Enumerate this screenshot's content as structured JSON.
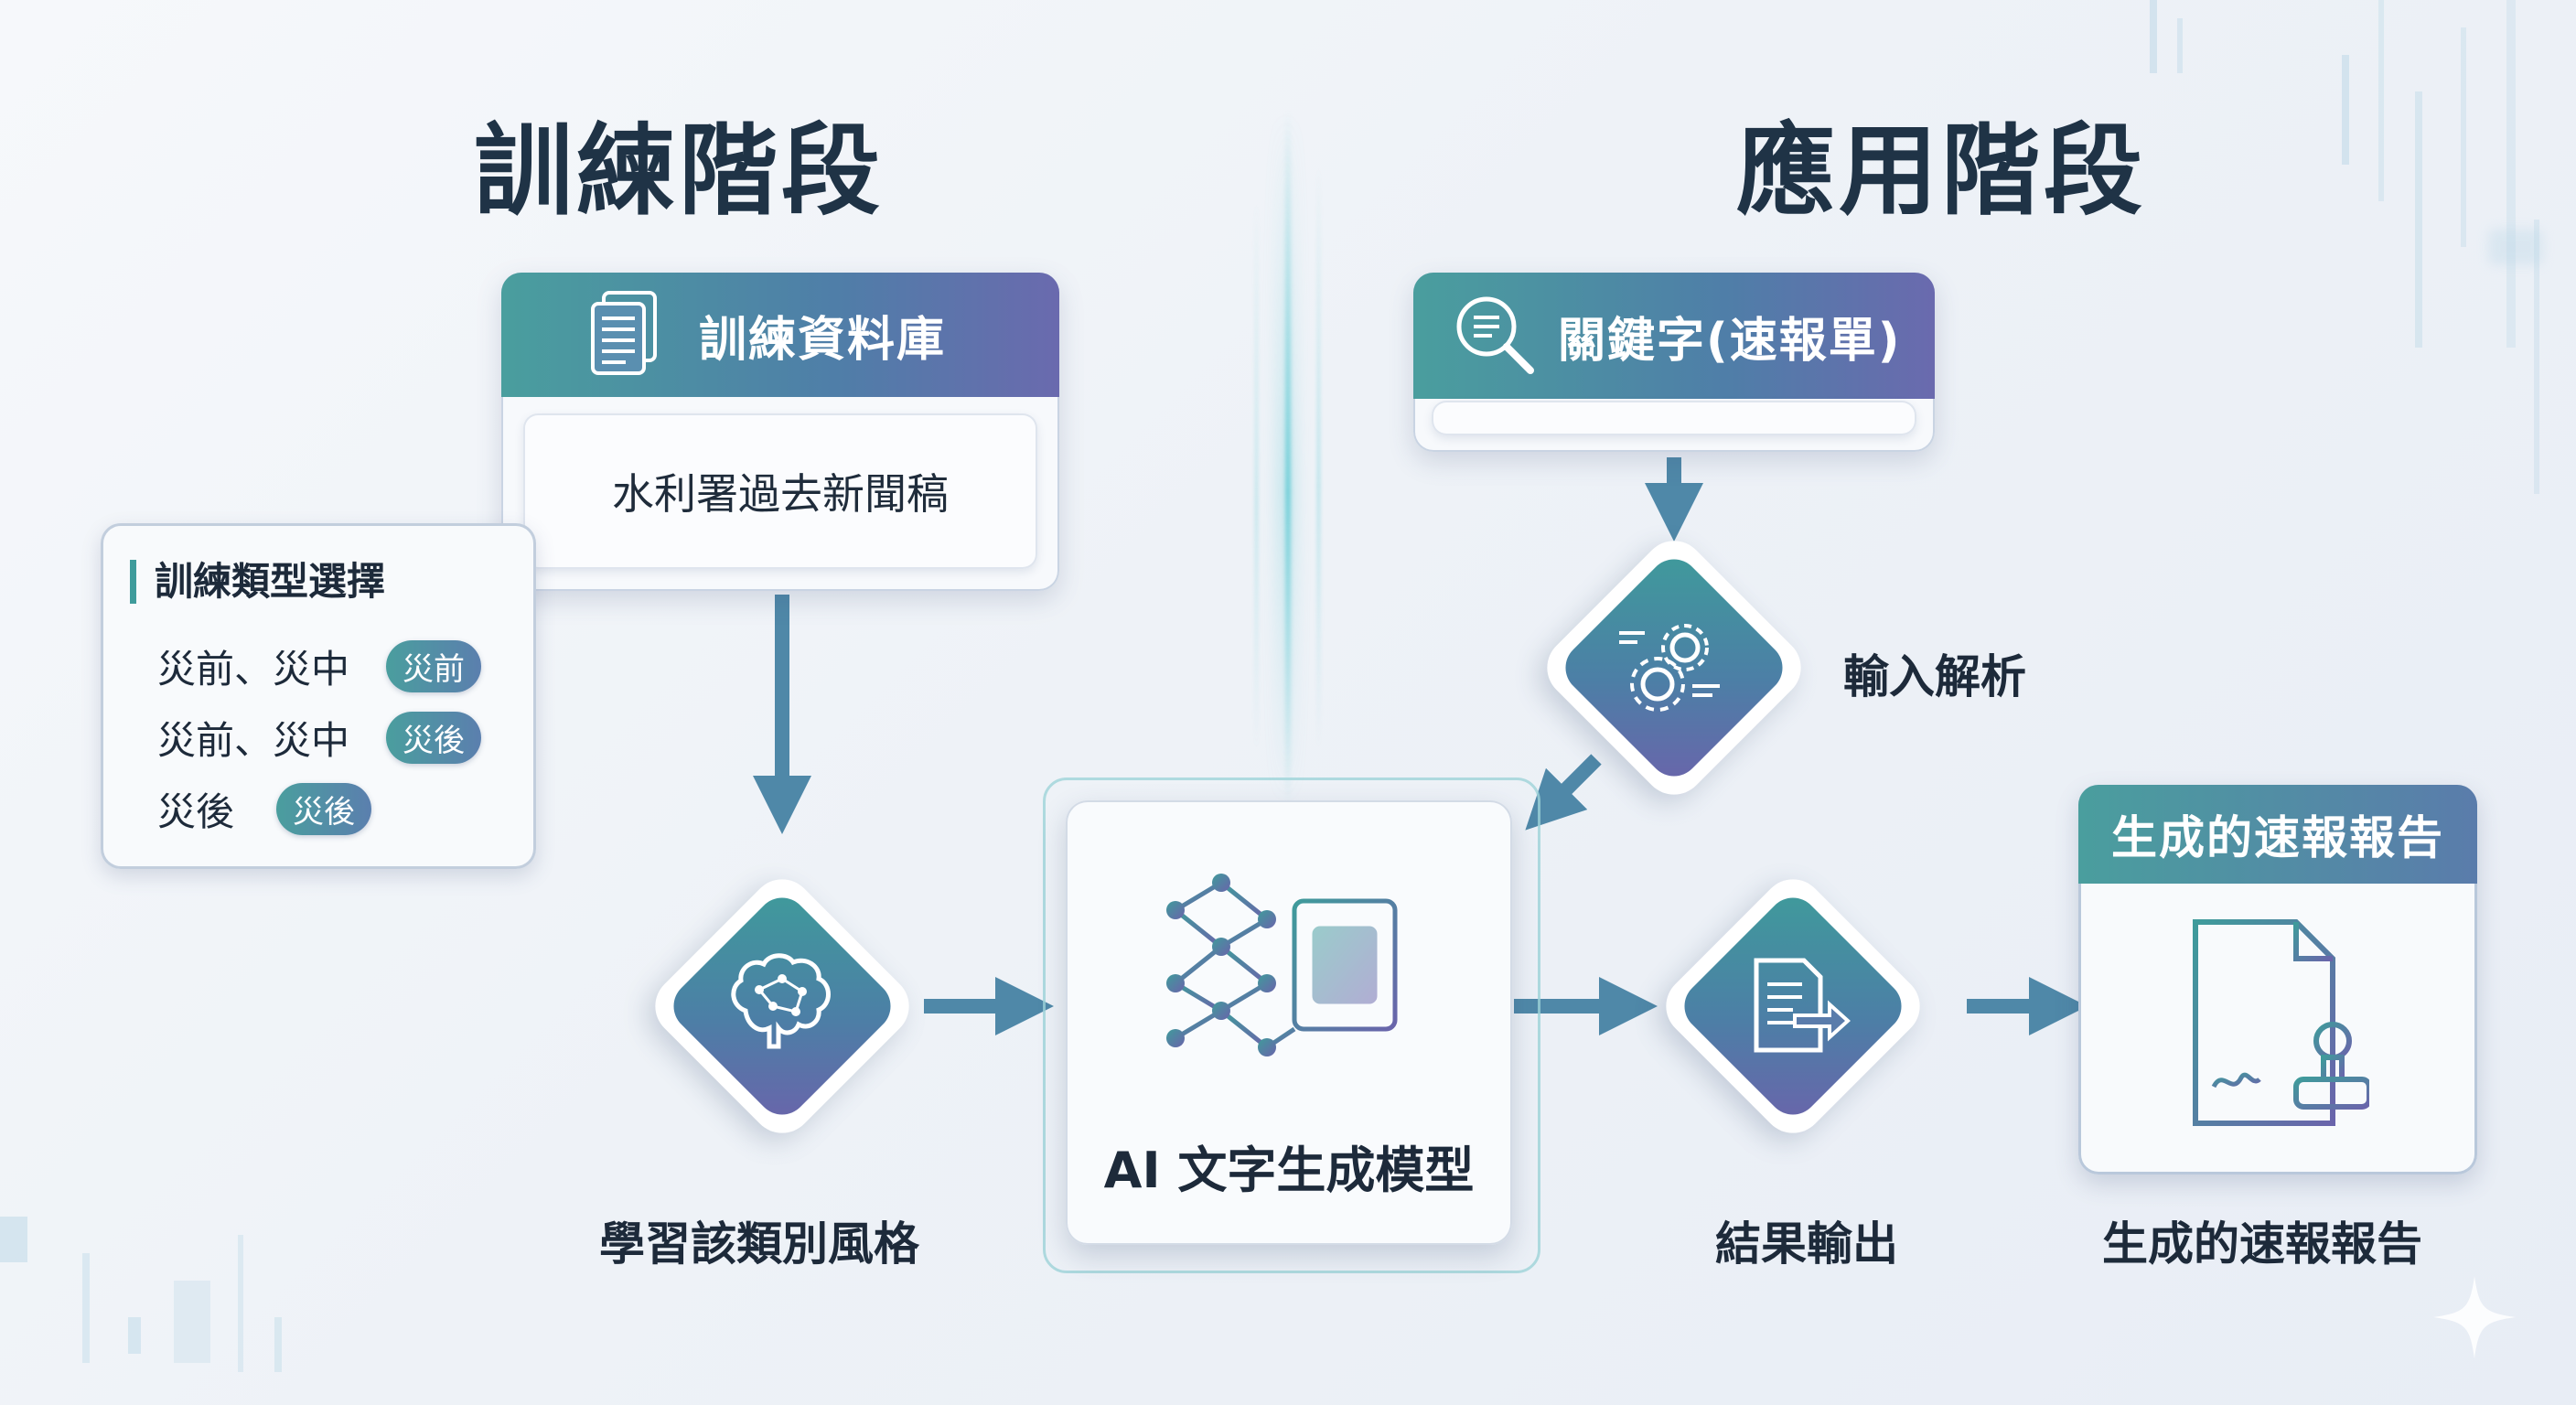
{
  "sections": {
    "training_title": "訓練階段",
    "application_title": "應用階段"
  },
  "training_db": {
    "title": "訓練資料庫",
    "content": "水利署過去新聞稿",
    "icon": "documents-icon"
  },
  "training_type": {
    "title": "訓練類型選擇",
    "options": [
      {
        "text": "災前、災中",
        "tag": "災前"
      },
      {
        "text": "災前、災中",
        "tag": "災後"
      },
      {
        "text": "災後",
        "tag": "災後"
      }
    ]
  },
  "learn_style": {
    "label": "學習該類別風格",
    "icon": "brain-icon"
  },
  "keyword": {
    "title": "關鍵字(速報單)",
    "icon": "search-document-icon"
  },
  "input_parse": {
    "label": "輸入解析",
    "icon": "gears-icon"
  },
  "ai_model": {
    "label": "AI 文字生成模型",
    "icon": "neural-chip-icon"
  },
  "output": {
    "label": "結果輸出",
    "icon": "document-export-icon"
  },
  "report": {
    "header": "生成的速報報告",
    "label": "生成的速報報告",
    "icon": "stamped-report-icon"
  },
  "colors": {
    "teal": "#4a9e9e",
    "blue": "#4f7ea8",
    "purple": "#6a64ab",
    "arrow": "#4f88a8",
    "title": "#1f3346"
  }
}
